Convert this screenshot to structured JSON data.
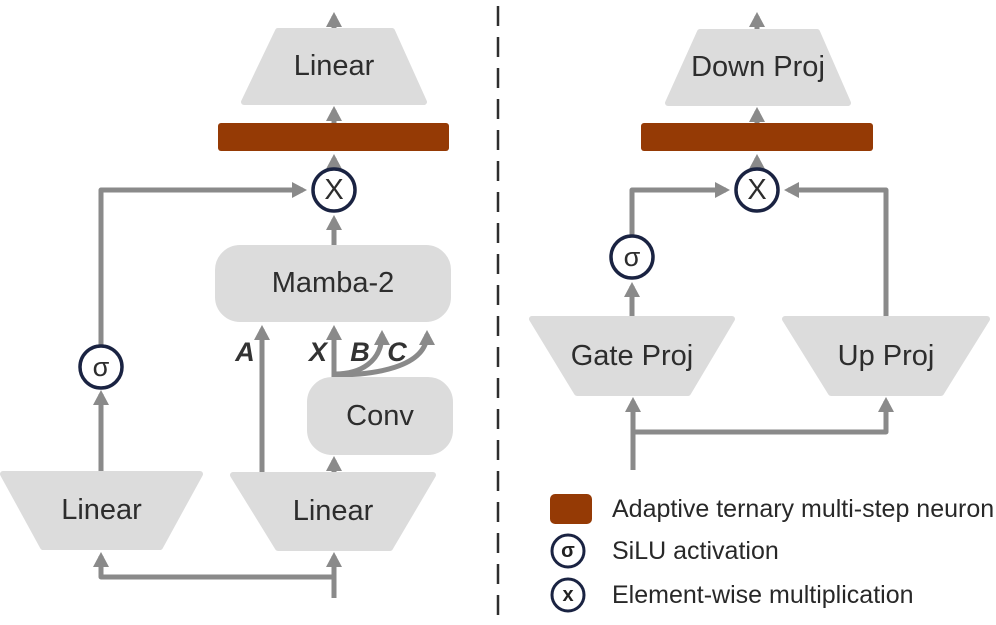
{
  "figure": {
    "left": {
      "output_linear": "Linear",
      "mamba": "Mamba-2",
      "conv": "Conv",
      "gate_linear": "Linear",
      "input_linear": "Linear",
      "input_labels": {
        "a": "A",
        "x": "X",
        "b": "B",
        "c": "C"
      },
      "sigma_symbol": "σ",
      "multiply_symbol": "X"
    },
    "right": {
      "down_proj": "Down Proj",
      "gate_proj": "Gate Proj",
      "up_proj": "Up Proj",
      "sigma_symbol": "σ",
      "multiply_symbol": "X"
    },
    "legend": {
      "items": [
        {
          "symbol": "",
          "label": "Adaptive ternary multi-step neuron"
        },
        {
          "symbol": "σ",
          "label": "SiLU activation"
        },
        {
          "symbol": "x",
          "label": "Element-wise multiplication"
        }
      ]
    },
    "colors": {
      "neuron": "#953A05",
      "node_fill": "#DCDCDC",
      "arrow": "#8A8A8A",
      "circle_border": "#1A2342",
      "circle_fill": "#FFFFFF",
      "text": "#2D2D2D",
      "divider": "#2E2E2E",
      "background": "#FFFFFF"
    }
  }
}
